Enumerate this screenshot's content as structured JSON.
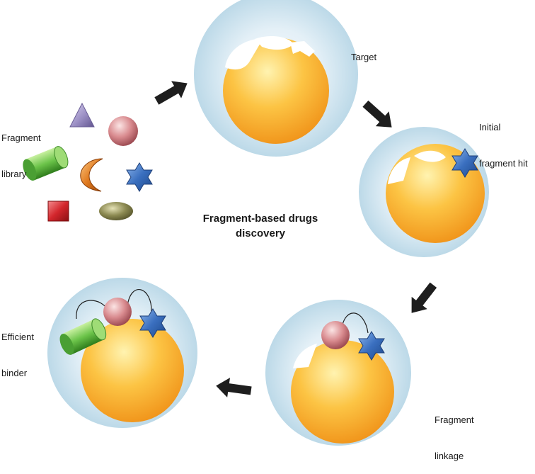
{
  "diagram": {
    "title_line1": "Fragment-based drugs",
    "title_line2": "discovery",
    "labels": {
      "fragment_library_1": "Fragment",
      "fragment_library_2": "library",
      "target": "Target",
      "initial_hit_1": "Initial",
      "initial_hit_2": "fragment hit",
      "linkage_1": "Fragment",
      "linkage_2": "linkage",
      "efficient_1": "Efficient",
      "efficient_2": "binder"
    }
  },
  "colors": {
    "halo": "#cfe5f0",
    "core": "#f9b233",
    "arrow": "#1e1e1e",
    "star": "#3a6fbf",
    "sphere": "#d98b8f",
    "cylinder": "#6cc44a",
    "cube": "#d3262c",
    "triangle": "#9b8fc4",
    "crescent": "#e07a1f",
    "ellipse": "#8c8a52"
  }
}
